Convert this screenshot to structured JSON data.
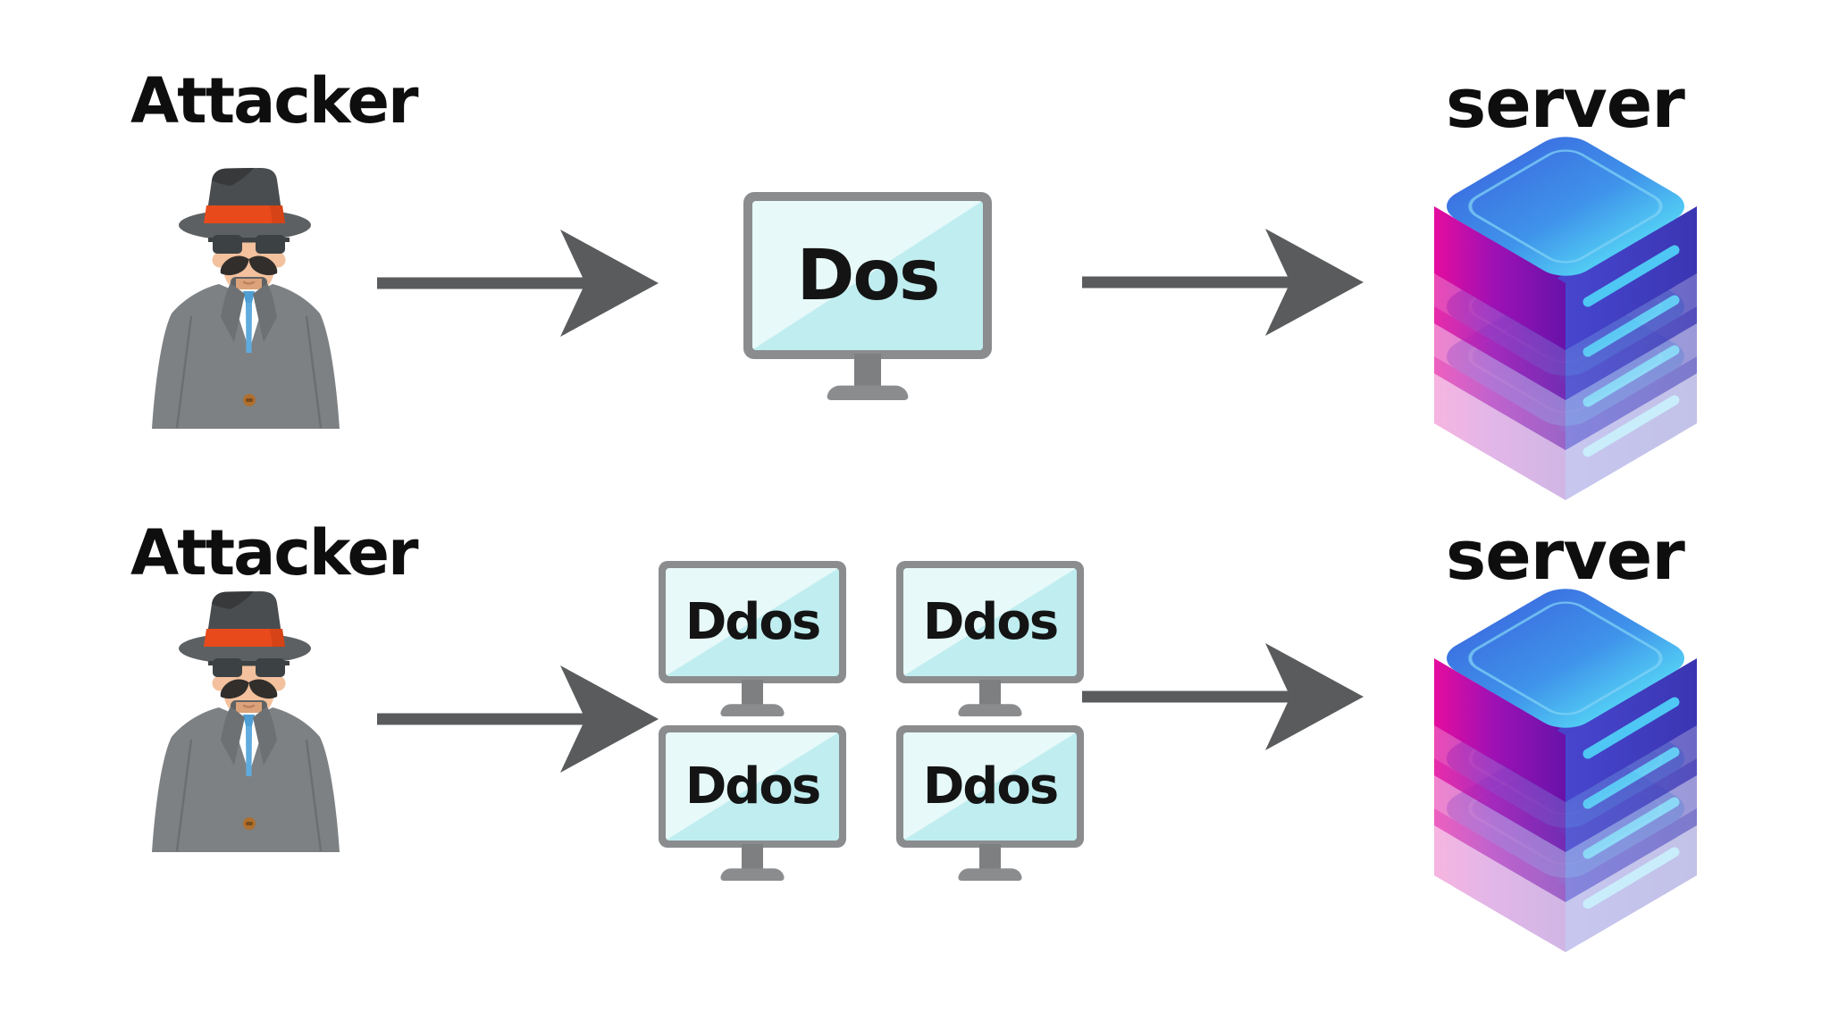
{
  "diagram": {
    "title_hint": "DoS vs DDoS attack diagram",
    "rows": [
      {
        "name": "dos-attack",
        "attacker_label": "Attacker",
        "server_label": "server",
        "monitors": [
          {
            "label": "Dos"
          }
        ]
      },
      {
        "name": "ddos-attack",
        "attacker_label": "Attacker",
        "server_label": "server",
        "monitors": [
          {
            "label": "Ddos"
          },
          {
            "label": "Ddos"
          },
          {
            "label": "Ddos"
          },
          {
            "label": "Ddos"
          }
        ]
      }
    ],
    "icons": {
      "attacker": "spy-icon",
      "flow": "arrow-right-icon",
      "attack_node": "monitor-icon",
      "server": "server-stack-icon"
    },
    "colors": {
      "background": "#FFFFFF",
      "text": "#0E0E0E",
      "arrow": "#595B5C",
      "monitor_frame": "#8A8C8E",
      "monitor_screen_light": "#E7F9F9",
      "monitor_screen_dark": "#BFEDF0",
      "server_blue": "#3C74E2",
      "server_cyan": "#52CCF4",
      "server_magenta": "#E50C9E",
      "server_purple": "#6712AA",
      "server_indigo": "#4746CE",
      "server_slot": "#4EC7F4",
      "hat": "#4A4D4F",
      "hat_band": "#E84A1C",
      "coat": "#7E8183",
      "skin": "#F3C19D",
      "tie": "#5FABDF"
    }
  }
}
